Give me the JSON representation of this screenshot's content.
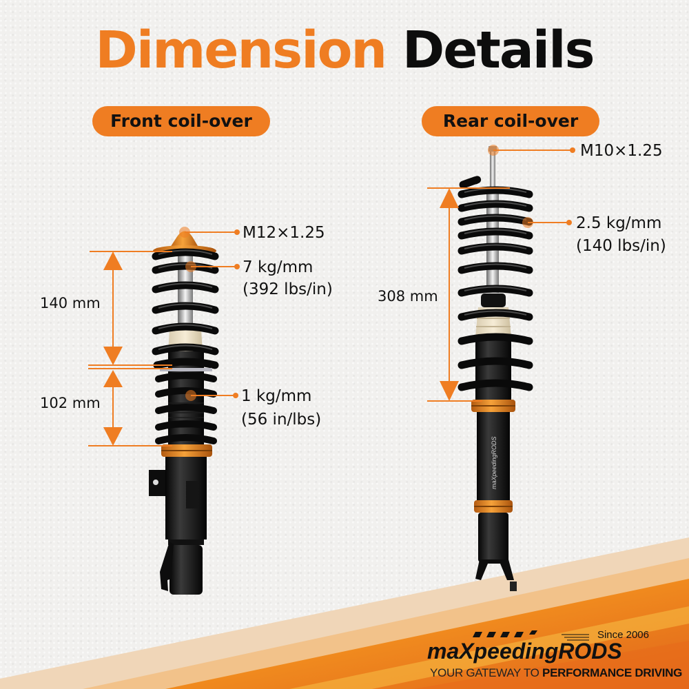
{
  "title": {
    "part1": "Dimension",
    "part2": "Details"
  },
  "colors": {
    "accent": "#ef7d22",
    "text": "#111111",
    "background": "#f1f0ee"
  },
  "front": {
    "heading": "Front coil-over",
    "thread": "M12×1.25",
    "upper_spring_rate": "7 kg/mm",
    "upper_spring_rate_imperial": "(392 lbs/in)",
    "lower_spring_rate": "1 kg/mm",
    "lower_spring_rate_imperial": "(56 in/lbs)",
    "upper_spring_length": "140 mm",
    "lower_spring_length": "102 mm"
  },
  "rear": {
    "heading": "Rear coil-over",
    "thread": "M10×1.25",
    "spring_rate": "2.5 kg/mm",
    "spring_rate_imperial": "(140 lbs/in)",
    "spring_length": "308 mm",
    "body_print": "maXpeedingRODS"
  },
  "logo": {
    "since": "Since 2006",
    "brand": "maXpeedingRODS",
    "tagline_light": "YOUR GATEWAY TO ",
    "tagline_bold": "PERFORMANCE DRIVING"
  }
}
